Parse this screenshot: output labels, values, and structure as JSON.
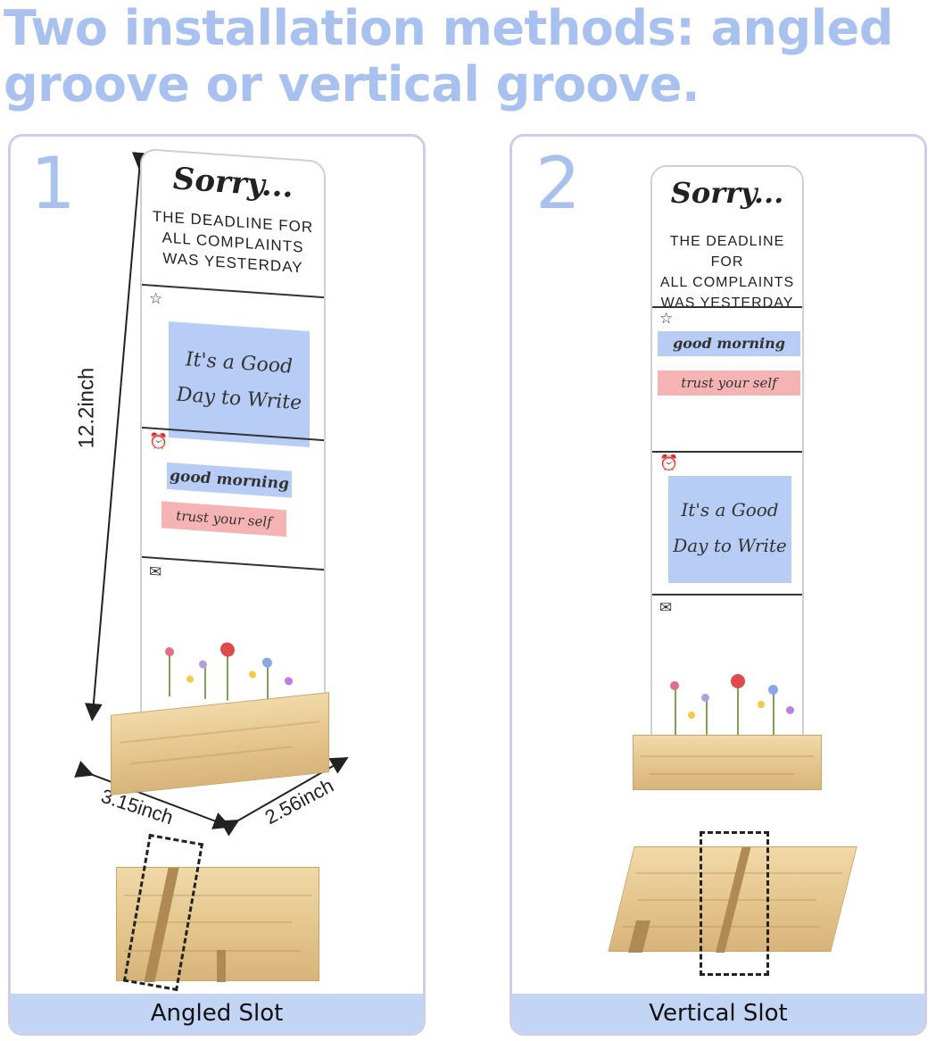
{
  "headline": "Two installation methods: angled groove or vertical groove.",
  "plaque": {
    "title": "Sorry...",
    "subtitle_line1": "THE DEADLINE FOR",
    "subtitle_line2": "ALL COMPLAINTS",
    "subtitle_line3": "WAS YESTERDAY",
    "note_good_day_line1": "It's a Good",
    "note_good_day_line2": "Day to Write",
    "note_good_morning": "good morning",
    "note_trust": "trust your self"
  },
  "panel1": {
    "number": "1",
    "caption": "Angled Slot",
    "height_label": "12.2inch",
    "width_label": "3.15inch",
    "depth_label": "2.56inch"
  },
  "panel2": {
    "number": "2",
    "caption": "Vertical Slot"
  },
  "colors": {
    "headline": "#a9c1ef",
    "caption_bar": "#c3d5f5",
    "card_border": "#cfcde9",
    "note_blue": "#b8cdf5",
    "note_pink": "#f5b3b3",
    "wood": "#e4c58c"
  },
  "icons": [
    "star-icon",
    "alarm-clock-icon",
    "envelope-icon"
  ]
}
